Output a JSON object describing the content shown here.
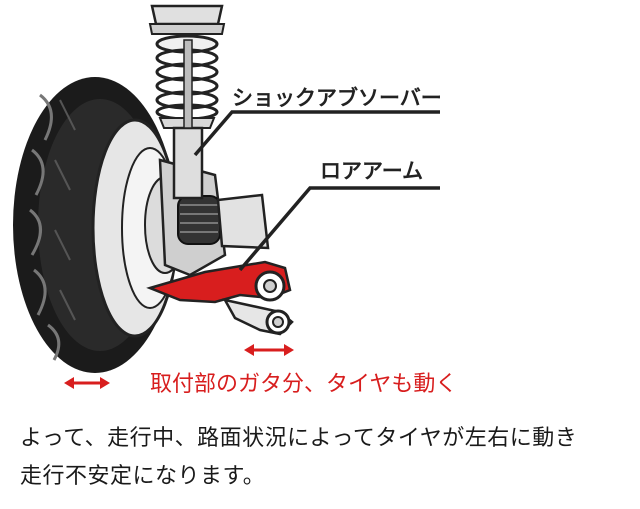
{
  "labels": {
    "shock_absorber": "ショックアブソーバー",
    "lower_arm": "ロアアーム"
  },
  "caption": "取付部のガタ分、タイヤも動く",
  "body_text": {
    "line1": "よって、走行中、路面状況によってタイヤが左右に動き",
    "line2": "走行不安定になります。"
  },
  "colors": {
    "accent_red": "#d81e1e",
    "ink": "#1a1a1a"
  },
  "icons": [
    "double-arrow-icon"
  ]
}
